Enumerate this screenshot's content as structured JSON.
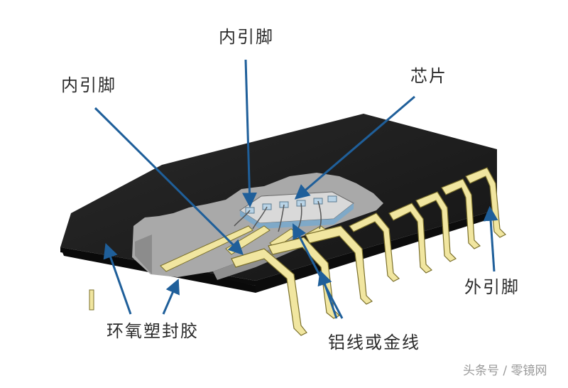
{
  "labels": {
    "inner_pin_top": "内引脚",
    "inner_pin_left": "内引脚",
    "chip": "芯片",
    "outer_pin": "外引脚",
    "epoxy": "环氧塑封胶",
    "wire": "铝线或金线"
  },
  "watermark": "头条号 / 零镜网",
  "colors": {
    "package": "#1d1d1d",
    "pin_gold": "#f1e6a0",
    "pin_edge": "#7a6f2a",
    "cavity": "#a9a9a9",
    "arrow": "#1f5f9a"
  },
  "icons": [
    "arrow-icon"
  ]
}
